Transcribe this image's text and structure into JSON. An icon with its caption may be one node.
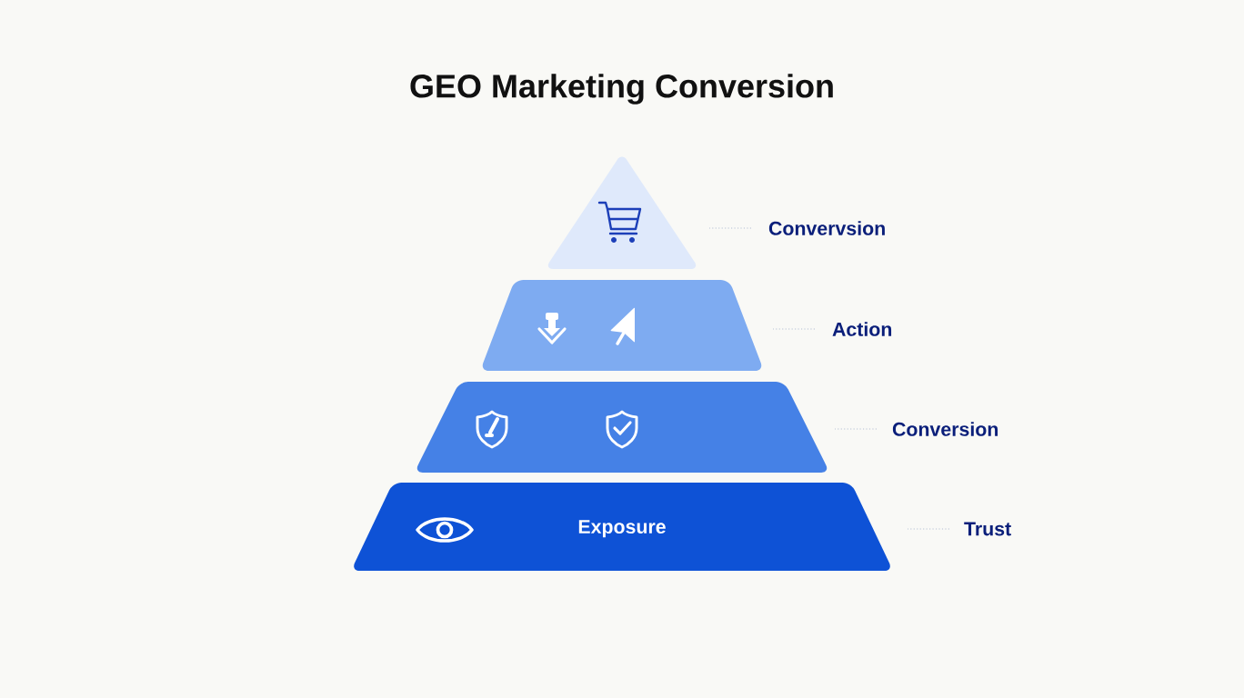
{
  "diagram": {
    "title": "GEO Marketing Conversion",
    "nodes": [
      {
        "text": [],
        "shape": "triangle"
      },
      {
        "text": [],
        "shape": "trapezoid"
      },
      {
        "text": [],
        "shape": "trapezoid"
      },
      {
        "text": [
          "Exposure"
        ]
      },
      {
        "text": [
          "Convervsion"
        ]
      },
      {
        "text": [
          "Action"
        ]
      },
      {
        "text": [
          "Conversion"
        ]
      },
      {
        "text": [
          "Trust"
        ]
      }
    ],
    "edges": [
      {
        "from": 4,
        "to": 0,
        "arrow": "none",
        "style": "dashed"
      },
      {
        "from": 5,
        "to": 1,
        "arrow": "none",
        "style": "dashed"
      },
      {
        "from": 6,
        "to": 2,
        "arrow": "none",
        "style": "dashed"
      },
      {
        "from": 7,
        "to": 3,
        "arrow": "none",
        "style": "dashed"
      }
    ]
  }
}
